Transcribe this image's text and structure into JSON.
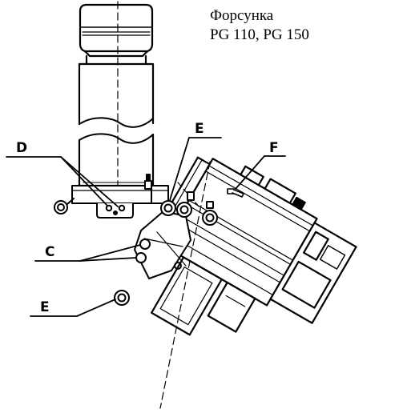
{
  "caption": {
    "line1": "Форсунка",
    "line2": "PG 110,  PG 150"
  },
  "labels": {
    "d": "D",
    "e_top": "E",
    "f": "F",
    "c": "C",
    "e_bottom": "E"
  }
}
